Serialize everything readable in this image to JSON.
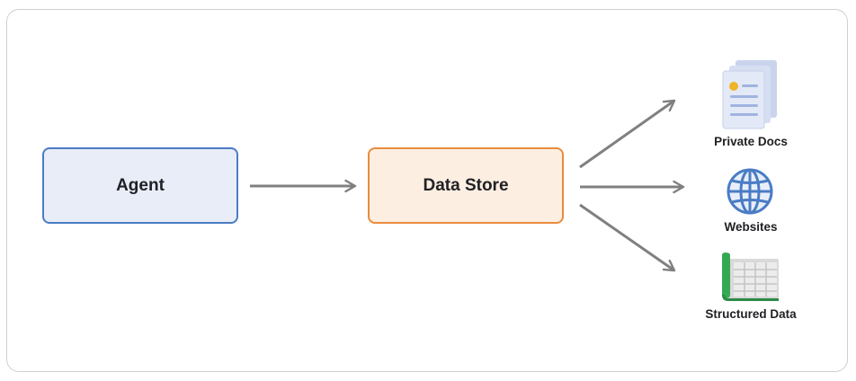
{
  "diagram": {
    "nodes": {
      "agent": "Agent",
      "data_store": "Data Store"
    },
    "sources": [
      {
        "label": "Private Docs",
        "icon": "document-icon"
      },
      {
        "label": "Websites",
        "icon": "globe-icon"
      },
      {
        "label": "Structured Data",
        "icon": "spreadsheet-icon"
      }
    ],
    "colors": {
      "agent_fill": "#e8edf8",
      "agent_border": "#4a7cc4",
      "store_fill": "#fdeee2",
      "store_border": "#e98c3c",
      "arrow": "#808080",
      "globe": "#4a7cc4",
      "sheet_spine": "#34a853"
    }
  }
}
